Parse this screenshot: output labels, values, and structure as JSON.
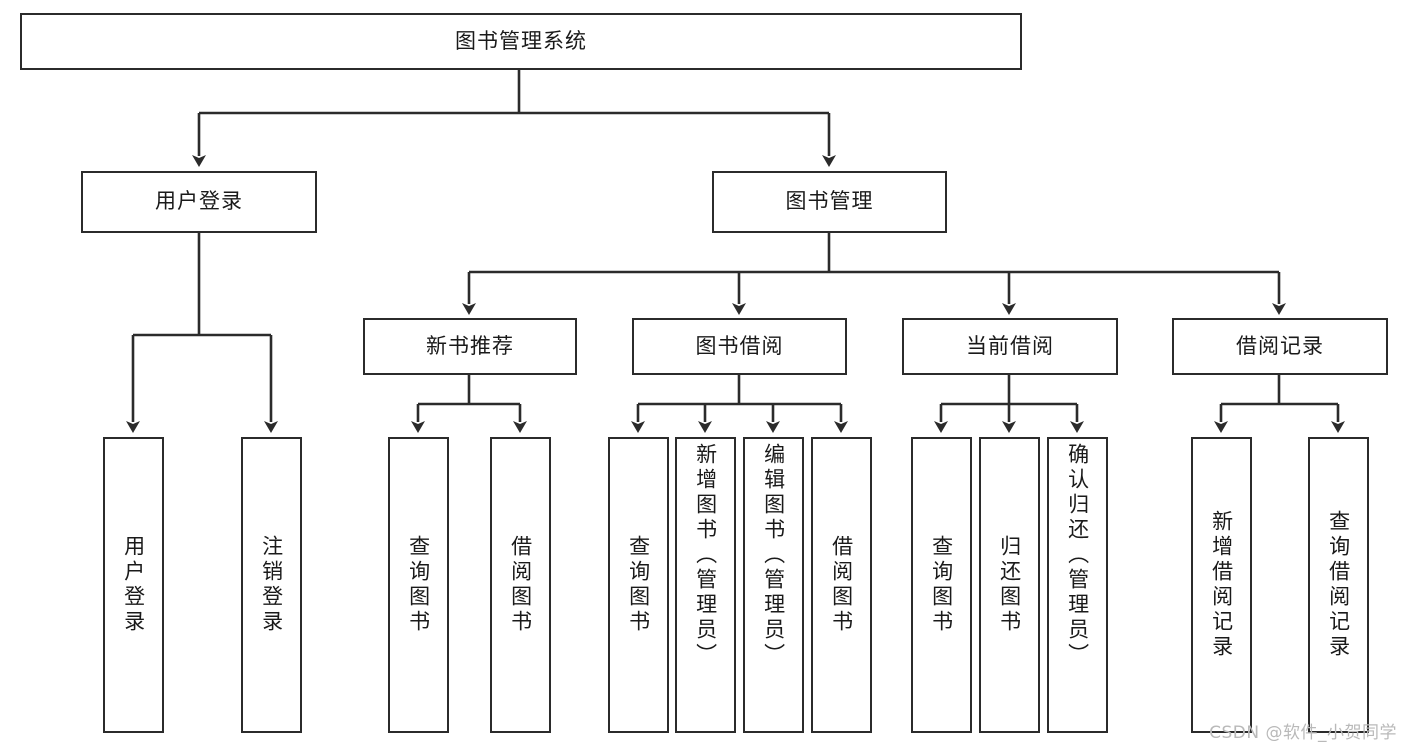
{
  "diagram": {
    "title": "图书管理系统",
    "type": "tree-hierarchy-chart",
    "watermark": "CSDN @软件_小贺同学",
    "colors": {
      "box_border": "#2b2b2b",
      "box_fill": "#ffffff",
      "connector": "#2b2b2b",
      "text": "#1a1a1a",
      "watermark": "#b9b9b9",
      "background": "#ffffff"
    },
    "root": {
      "label": "图书管理系统"
    },
    "level1": [
      {
        "label": "用户登录"
      },
      {
        "label": "图书管理"
      }
    ],
    "level2": [
      {
        "label": "新书推荐"
      },
      {
        "label": "图书借阅"
      },
      {
        "label": "当前借阅"
      },
      {
        "label": "借阅记录"
      }
    ],
    "leaves": {
      "user_login": [
        {
          "label": "用户登录"
        },
        {
          "label": "注销登录"
        }
      ],
      "new_book_recommend": [
        {
          "label": "查询图书"
        },
        {
          "label": "借阅图书"
        }
      ],
      "book_borrow": [
        {
          "label": "查询图书"
        },
        {
          "label": "新增图书（管理员）"
        },
        {
          "label": "编辑图书（管理员）"
        },
        {
          "label": "借阅图书"
        }
      ],
      "current_borrow": [
        {
          "label": "查询图书"
        },
        {
          "label": "归还图书"
        },
        {
          "label": "确认归还（管理员）"
        }
      ],
      "borrow_record": [
        {
          "label": "新增借阅记录"
        },
        {
          "label": "查询借阅记录"
        }
      ]
    }
  }
}
